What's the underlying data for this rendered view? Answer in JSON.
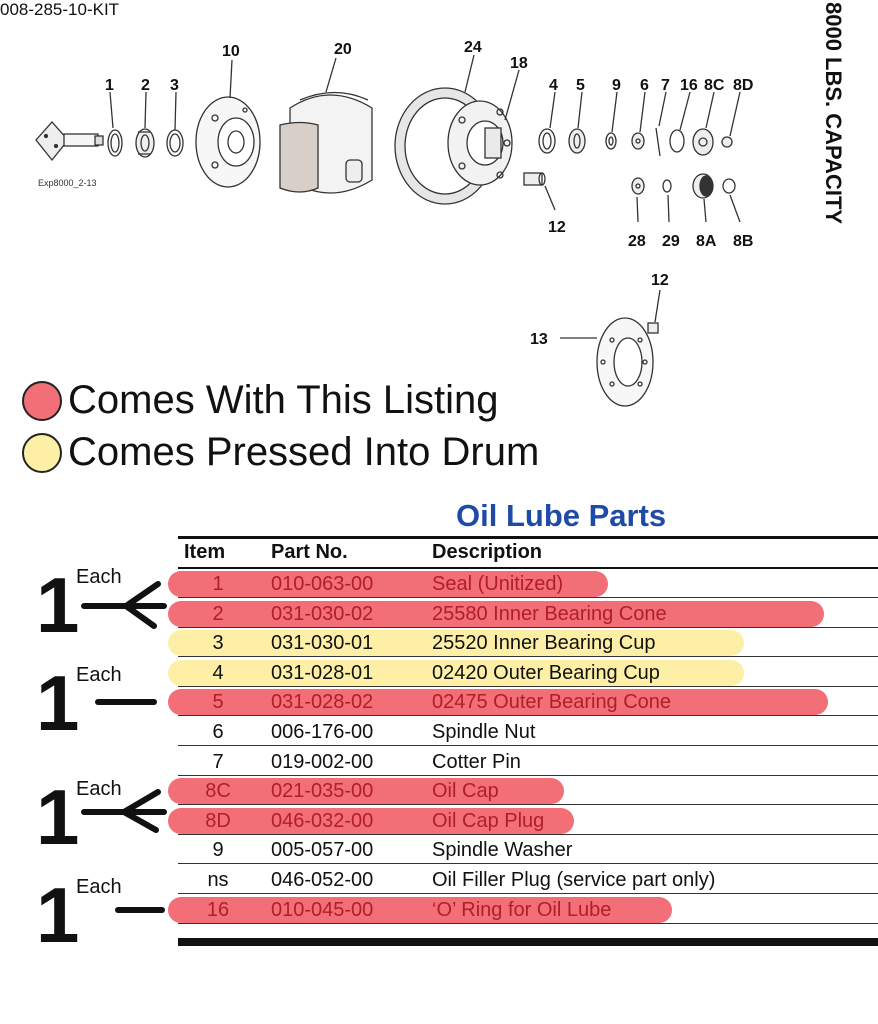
{
  "header": {
    "kit_code": "008-285-10-KIT",
    "capacity": "8000 LBS. CAPACITY",
    "diagram_ref": "Exp8000_2-13"
  },
  "callouts": [
    "10",
    "20",
    "24",
    "18",
    "1",
    "2",
    "3",
    "4",
    "5",
    "9",
    "6",
    "7",
    "16",
    "8C",
    "8D",
    "12",
    "28",
    "29",
    "8A",
    "8B",
    "12",
    "13"
  ],
  "legend": [
    {
      "text": "Comes With This Listing",
      "color": "#f26f78"
    },
    {
      "text": "Comes Pressed Into Drum",
      "color": "#fdf0a6"
    }
  ],
  "table": {
    "title": "Oil Lube Parts",
    "headers": {
      "item": "Item",
      "part": "Part No.",
      "desc": "Description"
    },
    "rows": [
      {
        "item": "1",
        "part": "010-063-00",
        "desc": "Seal (Unitized)",
        "hl": "red"
      },
      {
        "item": "2",
        "part": "031-030-02",
        "desc": "25580 Inner Bearing Cone",
        "hl": "red"
      },
      {
        "item": "3",
        "part": "031-030-01",
        "desc": "25520 Inner Bearing Cup",
        "hl": "yellow"
      },
      {
        "item": "4",
        "part": "031-028-01",
        "desc": "02420 Outer Bearing Cup",
        "hl": "yellow"
      },
      {
        "item": "5",
        "part": "031-028-02",
        "desc": "02475 Outer Bearing Cone",
        "hl": "red"
      },
      {
        "item": "6",
        "part": "006-176-00",
        "desc": "Spindle Nut",
        "hl": ""
      },
      {
        "item": "7",
        "part": "019-002-00",
        "desc": "Cotter Pin",
        "hl": ""
      },
      {
        "item": "8C",
        "part": "021-035-00",
        "desc": "Oil Cap",
        "hl": "red"
      },
      {
        "item": "8D",
        "part": "046-032-00",
        "desc": "Oil Cap Plug",
        "hl": "red"
      },
      {
        "item": "9",
        "part": "005-057-00",
        "desc": "Spindle Washer",
        "hl": ""
      },
      {
        "item": "ns",
        "part": "046-052-00",
        "desc": "Oil Filler Plug (service part only)",
        "hl": ""
      },
      {
        "item": "16",
        "part": "010-045-00",
        "desc": "‘O’ Ring for Oil Lube",
        "hl": "red"
      }
    ]
  },
  "annotations": [
    {
      "count": "1",
      "label": "Each"
    },
    {
      "count": "1",
      "label": "Each"
    },
    {
      "count": "1",
      "label": "Each"
    },
    {
      "count": "1",
      "label": "Each"
    }
  ]
}
